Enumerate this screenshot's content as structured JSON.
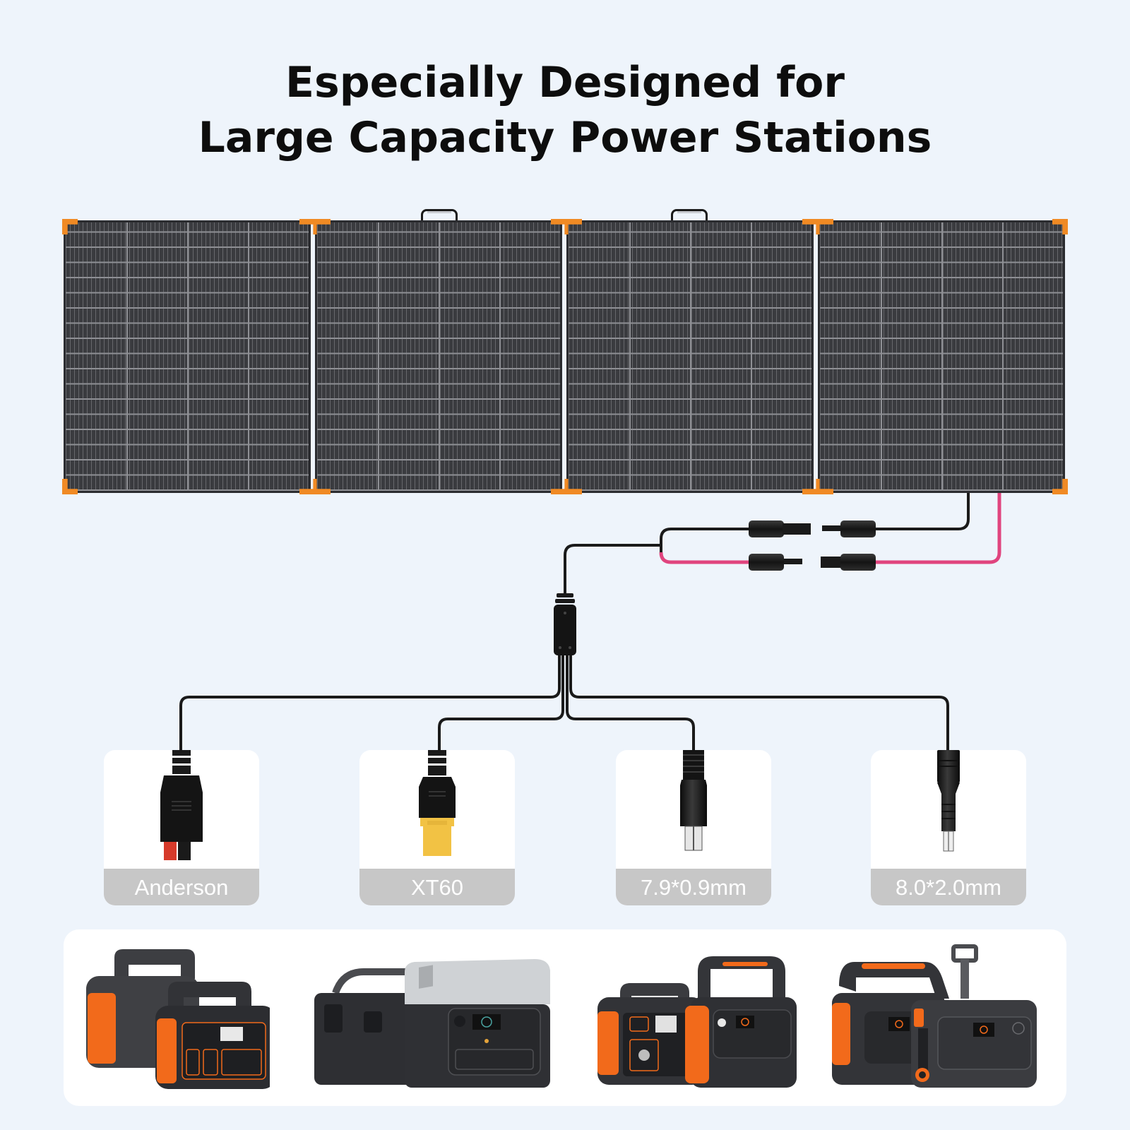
{
  "header": {
    "title_line1": "Especially Designed for",
    "title_line2": "Large Capacity Power Stations"
  },
  "solar_panel": {
    "fold_count": 4,
    "handle_count": 2,
    "frame_color": "#2b2c30",
    "cell_color": "#3a3b3f",
    "corner_color": "#f08a24"
  },
  "cables": {
    "positive_color": "#e0447e",
    "negative_color": "#1a1a1a",
    "connector_type": "MC4 pair",
    "splitter": "1-to-4 output adapter"
  },
  "connectors": [
    {
      "label": "Anderson",
      "icon": "anderson-plug-icon",
      "tip_colors": [
        "#d63a2a",
        "#1a1a1a"
      ]
    },
    {
      "label": "XT60",
      "icon": "xt60-plug-icon",
      "tip_colors": [
        "#f2c244"
      ]
    },
    {
      "label": "7.9*0.9mm",
      "icon": "dc7909-plug-icon",
      "tip_colors": [
        "#dadada"
      ]
    },
    {
      "label": "8.0*2.0mm",
      "icon": "dc8020-plug-icon",
      "tip_colors": [
        "#dadada"
      ]
    }
  ],
  "compatible_stations": [
    {
      "name": "orange-gray-station-pair-small",
      "accent": "#f26a1b"
    },
    {
      "name": "gray-silver-station-pair",
      "accent": "#bfc3c7"
    },
    {
      "name": "orange-gray-station-pair-medium",
      "accent": "#f26a1b"
    },
    {
      "name": "orange-gray-station-pair-large",
      "accent": "#f26a1b"
    }
  ],
  "colors": {
    "background": "#eef4fb",
    "card_bg": "#ffffff",
    "label_bg": "#c7c7c7",
    "label_text": "#ffffff",
    "title_text": "#0d0d0d"
  }
}
